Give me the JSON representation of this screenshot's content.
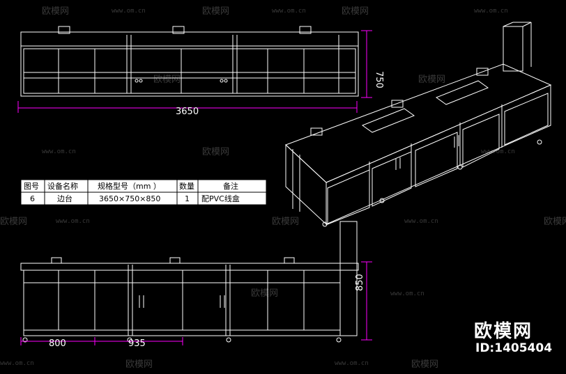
{
  "watermark": {
    "brand": "欧模网",
    "site": "www.om.cn"
  },
  "top_view": {
    "width_label": "3650",
    "depth_label": "750"
  },
  "front_view": {
    "height_label": "850",
    "dim_a": "800",
    "dim_b": "935"
  },
  "table": {
    "headers": [
      "图号",
      "设备名称",
      "规格型号（mm  ）",
      "数量",
      "备注"
    ],
    "row": [
      "6",
      "边台",
      "3650×750×850",
      "1",
      "配PVC线盒"
    ]
  },
  "logo": {
    "brand": "欧模网",
    "id": "ID:1405404"
  },
  "colors": {
    "line": "#ffffff",
    "dimension": "#ff00ff",
    "background": "#000000"
  }
}
